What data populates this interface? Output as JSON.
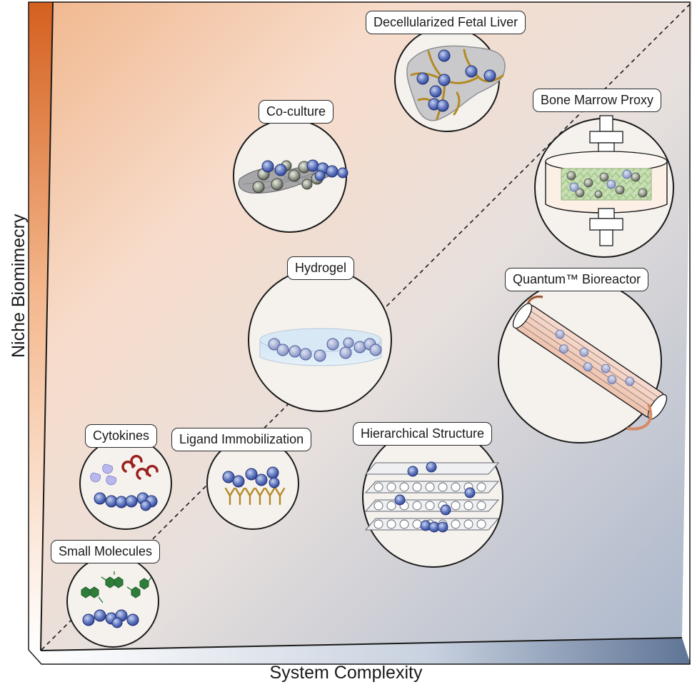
{
  "axes": {
    "x_title": "System Complexity",
    "y_title": "Niche Biomimecry"
  },
  "nodes": {
    "decellularized_fetal_liver": "Decellularized Fetal Liver",
    "co_culture": "Co-culture",
    "bone_marrow_proxy": "Bone Marrow Proxy",
    "hydrogel": "Hydrogel",
    "quantum_bioreactor": "Quantum™ Bioreactor",
    "cytokines": "Cytokines",
    "ligand_immobilization": "Ligand Immobilization",
    "hierarchical_structure": "Hierarchical Structure",
    "small_molecules": "Small Molecules"
  },
  "colors": {
    "gradient_warm": "#f6c8a6",
    "gradient_cool": "#aebbd0",
    "x_wedge": "#6c7f9f",
    "y_wedge": "#d9692c",
    "cell": "#5b72b8",
    "circle_fill": "#f5f2ee",
    "liver": "#c9c9cb",
    "vessel": "#b48a25"
  }
}
